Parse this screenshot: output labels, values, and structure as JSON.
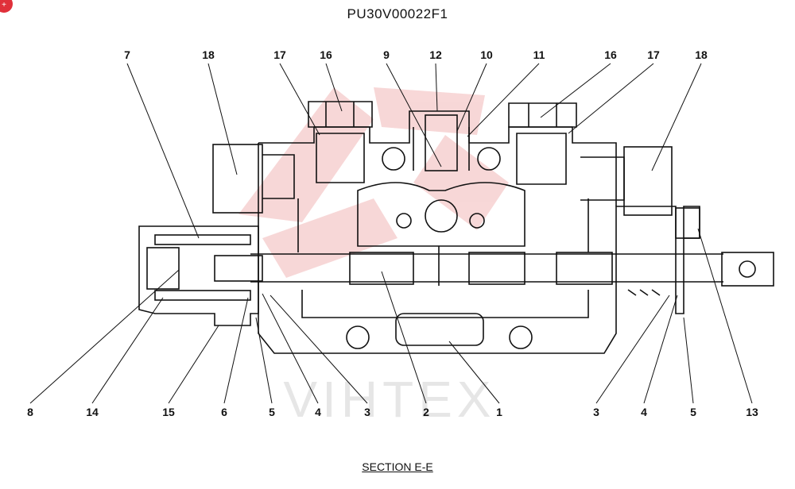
{
  "header": {
    "part_code": "PU30V00022F1"
  },
  "footer": {
    "section_label": "SECTION E-E"
  },
  "watermark": {
    "text": "VIHTEX",
    "color": "#f2b8b8"
  },
  "badge": {
    "text": "+"
  },
  "colors": {
    "line": "#111111",
    "watermark": "#f2b8b8",
    "badge": "#e0303a"
  },
  "callouts": [
    {
      "num": "7"
    },
    {
      "num": "18"
    },
    {
      "num": "17"
    },
    {
      "num": "16"
    },
    {
      "num": "9"
    },
    {
      "num": "12"
    },
    {
      "num": "10"
    },
    {
      "num": "11"
    },
    {
      "num": "16"
    },
    {
      "num": "17"
    },
    {
      "num": "18"
    },
    {
      "num": "8"
    },
    {
      "num": "14"
    },
    {
      "num": "15"
    },
    {
      "num": "6"
    },
    {
      "num": "5"
    },
    {
      "num": "4"
    },
    {
      "num": "3"
    },
    {
      "num": "2"
    },
    {
      "num": "1"
    },
    {
      "num": "3"
    },
    {
      "num": "4"
    },
    {
      "num": "5"
    },
    {
      "num": "13"
    }
  ]
}
